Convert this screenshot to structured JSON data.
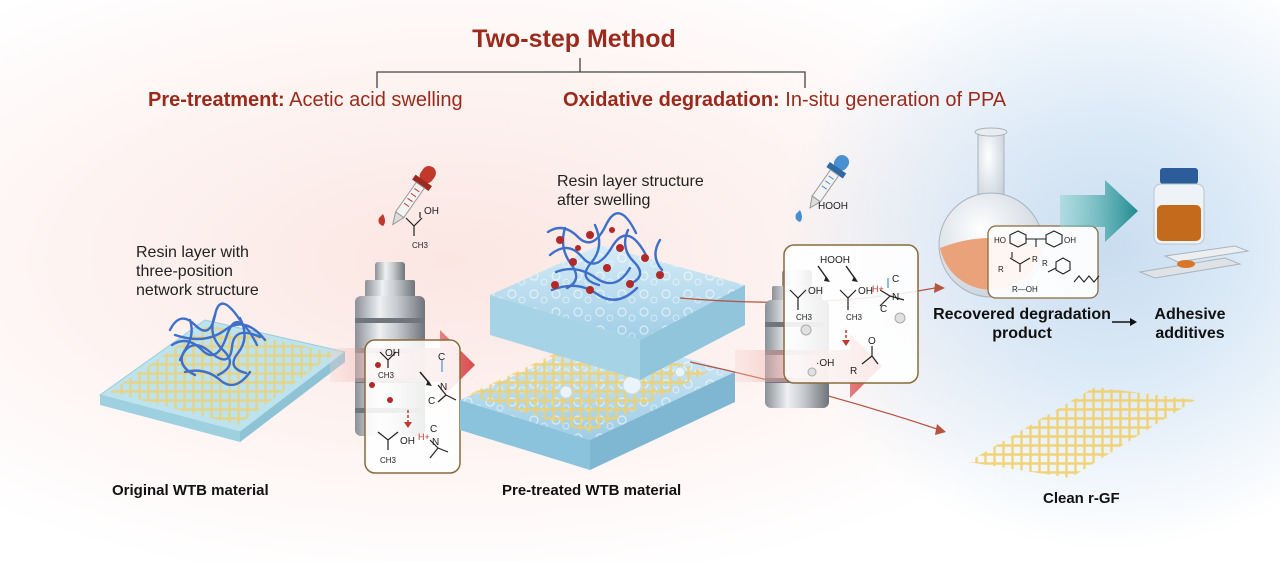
{
  "title": "Two-step Method",
  "steps": {
    "pretreatment": {
      "label": "Pre-treatment:",
      "text": "Acetic acid swelling"
    },
    "oxidative": {
      "label": "Oxidative degradation:",
      "text": "In-situ generation of PPA"
    }
  },
  "labels": {
    "resin_network": "Resin layer with three-position network structure",
    "resin_swelling": "Resin layer structure after swelling",
    "recovered": "Recovered degradation product",
    "adhesive": "Adhesive additives"
  },
  "captions": {
    "original": "Original WTB material",
    "pretreated": "Pre-treated WTB material",
    "clean": "Clean r-GF"
  },
  "chem": {
    "acetic_acid": "OH",
    "methyl": "CH3",
    "c": "C",
    "n": "N",
    "h_plus": "H+",
    "hooh": "HOOH",
    "radical_oh": "·OH",
    "radical_acyl": "R",
    "o": "O",
    "ho": "HO",
    "ro": "R—OH",
    "r": "R"
  },
  "colors": {
    "title_red": "#9b2a1c",
    "dropper_red": "#c0392b",
    "dropper_blue": "#4a8fd0",
    "fiber_yellow": "#f3d98a",
    "resin_blue": "#3f6fc9",
    "teal_arrow": "#1f8a8f",
    "orange_liquid": "#eaa27a"
  },
  "icons": [
    "red-dropper-icon",
    "blue-dropper-icon",
    "reactor-icon",
    "flask-icon",
    "vial-icon",
    "adhesive-sample-icon"
  ]
}
